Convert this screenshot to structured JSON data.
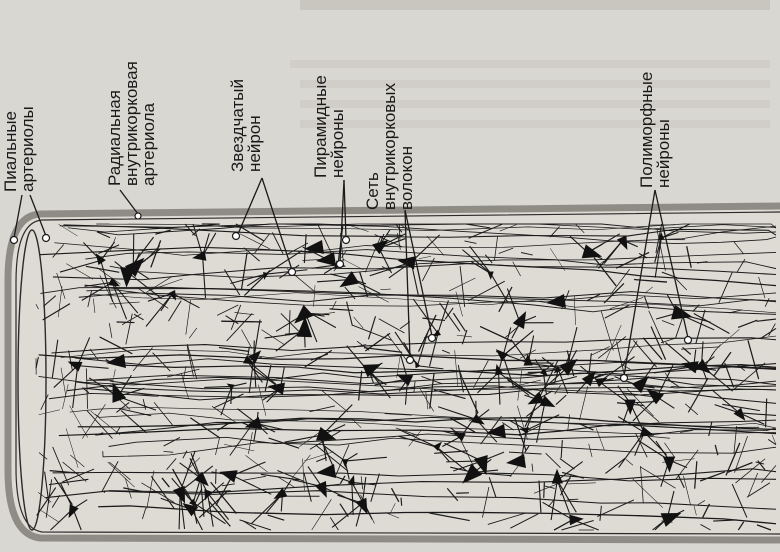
{
  "labels": {
    "pial_arterioles": "Пиальные\nартериолы",
    "radial_arteriole": "Радиальная\nвнутрикорковая\nартериола",
    "stellate_neuron": "Звездчатый\nнейрон",
    "pyramidal_neurons": "Пирамидные\nнейроны",
    "intracortical_fibers": "Сеть\nвнутрикорковых\nволокон",
    "polymorphic_neurons": "Полиморфные\nнейроны"
  },
  "colors": {
    "background": "#d9d7d2",
    "tissue": "#dedbd5",
    "ink": "#1a1a1a",
    "vessel_wall": "#8f8c86"
  }
}
